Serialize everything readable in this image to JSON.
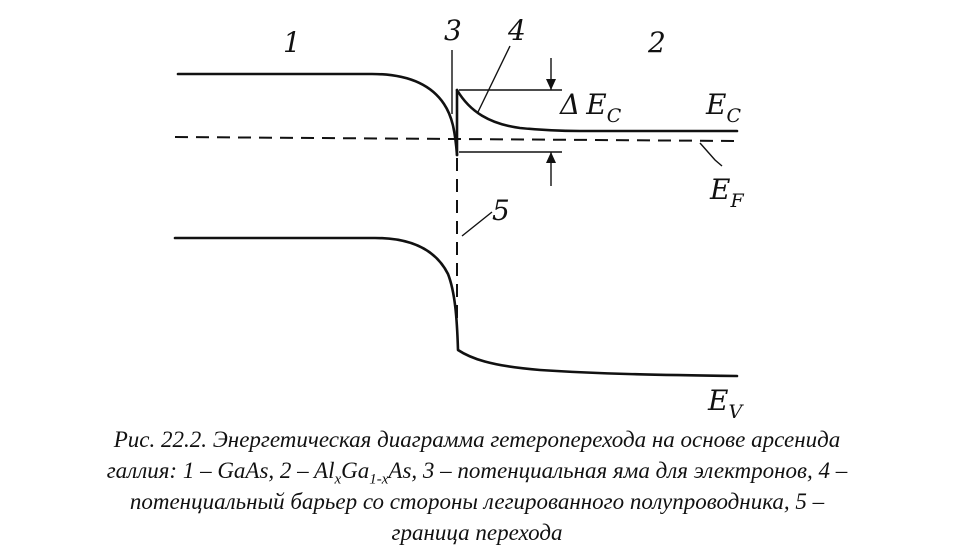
{
  "diagram": {
    "region_labels": {
      "left": "1",
      "right": "2"
    },
    "callouts": {
      "well": "3",
      "barrier": "4",
      "boundary": "5"
    },
    "delta_ec": {
      "delta": "Δ",
      "main": "E",
      "sub": "C"
    },
    "ec": {
      "main": "E",
      "sub": "C"
    },
    "ef": {
      "main": "E",
      "sub": "F"
    },
    "ev": {
      "main": "E",
      "sub": "V"
    }
  },
  "caption": {
    "line1": "Рис. 22.2. Энергетическая диаграмма гетероперехода на основе арсенида",
    "line2": {
      "a": "галлия: 1 – GaAs, 2 – Al",
      "x": "x",
      "b": "Ga",
      "sub": "1-x",
      "c": "As, 3 – потенциальная яма для электронов, 4 –"
    },
    "line3": "потенциальный барьер со стороны легированного полупроводника, 5 –",
    "line4": "граница перехода"
  }
}
